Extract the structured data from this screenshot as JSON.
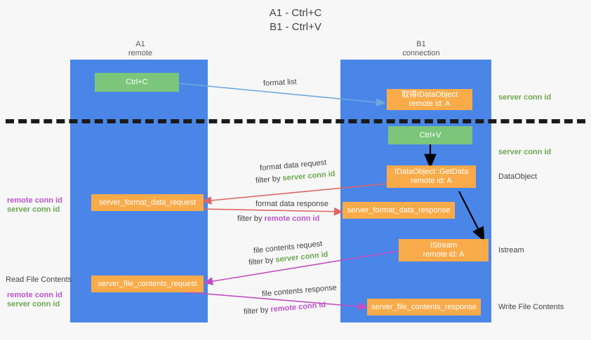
{
  "title": {
    "line1": "A1 - Ctrl+C",
    "line2": "B1 - Ctrl+V"
  },
  "columns": [
    {
      "name": "A1",
      "sub": "remote"
    },
    {
      "name": "B1",
      "sub": "connection"
    }
  ],
  "boxes": {
    "ctrl_c": "Ctrl+C",
    "ctrl_v": "Ctrl+V",
    "idataobject": {
      "line1": "取得IDataObject",
      "line2": "remote id: A"
    },
    "getdata": {
      "line1": "IDataObject::GetData",
      "line2": "remote id: A"
    },
    "istream": {
      "line1": "IStream",
      "line2": "remote id: A"
    },
    "format_data_request": "server_format_data_request",
    "format_data_response": "server_format_data_response",
    "file_contents_request": "server_file_contents_request",
    "file_contents_response": "server_file_contents_response"
  },
  "edges": {
    "format_list": "format list",
    "format_data_request": "format data request",
    "format_data_request_filter_prefix": "filter by ",
    "format_data_request_filter_key": "server conn id",
    "format_data_response": "format data response",
    "format_data_response_filter_prefix": "filter by ",
    "format_data_response_filter_key": "remote conn id",
    "file_contents_request": "file contents request",
    "file_contents_request_filter_prefix": "filter by ",
    "file_contents_request_filter_key": "server conn id",
    "file_contents_response": "file contents response",
    "file_contents_response_filter_prefix": "filter by ",
    "file_contents_response_filter_key": "remote conn id"
  },
  "right_labels": {
    "server_conn_id_top": "server conn id",
    "server_conn_id_mid": "server conn id",
    "dataobject": "DataObject",
    "istream": "Istream",
    "write_file_contents": "Write File Contents"
  },
  "left_labels": {
    "remote_conn_id_1": "remote conn id",
    "server_conn_id_1": "server conn id",
    "read_file_contents": "Read File Contents",
    "remote_conn_id_2": "remote conn id",
    "server_conn_id_2": "server conn id"
  },
  "colors": {
    "lane": "#4a86e8",
    "box_orange": "#f9ab4a",
    "box_green": "#7bc67b",
    "green_text": "#6aa84f",
    "purple_text": "#bb55cc",
    "arrow_blue": "#6fa8dc",
    "arrow_red": "#e06666",
    "arrow_magenta": "#c24ec2",
    "arrow_black": "#000000",
    "dashed_line": "#1b1b1b",
    "background": "#f7f7f7"
  }
}
